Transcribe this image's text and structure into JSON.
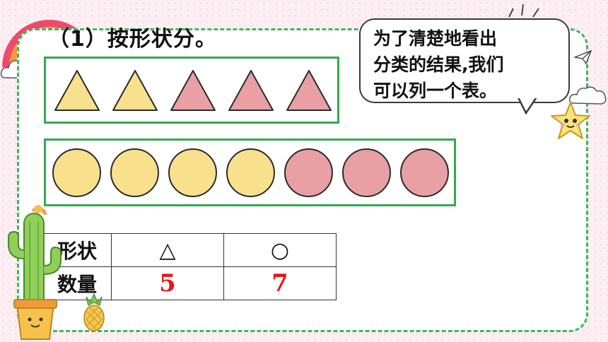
{
  "title": "（1）按形状分。",
  "speech_bubble": {
    "lines": [
      "为了清楚地看出",
      "分类的结果,我们",
      "可以列一个表。"
    ]
  },
  "triangles": [
    {
      "color": "#f9e08d"
    },
    {
      "color": "#f9e08d"
    },
    {
      "color": "#e8a0a4"
    },
    {
      "color": "#e8a0a4"
    },
    {
      "color": "#e8a0a4"
    }
  ],
  "circles": [
    {
      "color": "#f9e08d"
    },
    {
      "color": "#f9e08d"
    },
    {
      "color": "#f9e08d"
    },
    {
      "color": "#f9e08d"
    },
    {
      "color": "#e8a0a4"
    },
    {
      "color": "#e8a0a4"
    },
    {
      "color": "#e8a0a4"
    }
  ],
  "table": {
    "header_label": "形状",
    "count_label": "数量",
    "triangle_symbol": "△",
    "circle_symbol": "○",
    "triangle_count": "5",
    "circle_count": "7"
  },
  "colors": {
    "frame_green": "#3fb95a",
    "box_green": "#34a853",
    "yellow": "#f9e08d",
    "pink": "#e8a0a4",
    "number_red": "#e8141b"
  },
  "icons": [
    "rainbow-icon",
    "cloud-icon",
    "cactus-icon",
    "pineapple-icon",
    "star-mascot-icon",
    "paper-plane-icon"
  ]
}
